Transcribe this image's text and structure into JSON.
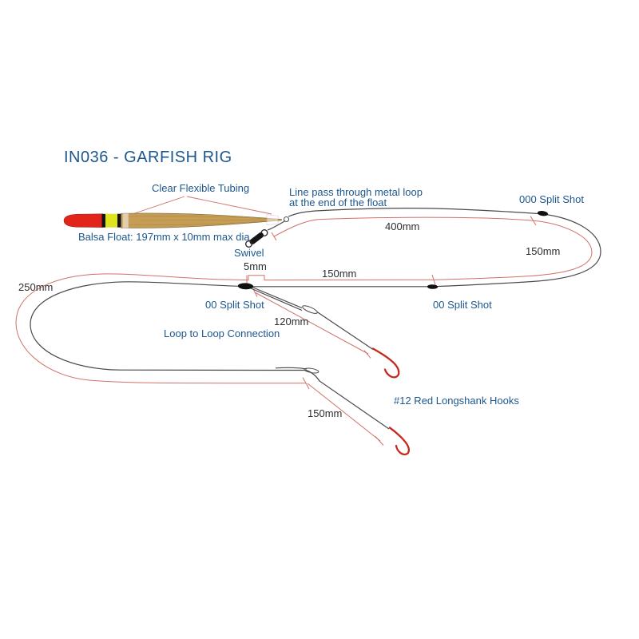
{
  "title": "IN036 - GARFISH RIG",
  "labels": {
    "tubing": "Clear Flexible Tubing",
    "float": "Balsa Float: 197mm x 10mm max dia",
    "line_pass_1": "Line pass through metal loop",
    "line_pass_2": "at the end of the float",
    "swivel": "Swivel",
    "split_shot_000": "000 Split Shot",
    "split_shot_00_left": "00 Split Shot",
    "split_shot_00_right": "00 Split Shot",
    "loop_to_loop": "Loop to Loop Connection",
    "hooks": "#12 Red Longshank Hooks"
  },
  "dimensions": {
    "mainline_to_shot": "400mm",
    "right_loop": "150mm",
    "between_shots": "150mm",
    "shot_gap": "5mm",
    "left_loop": "250mm",
    "snood_top": "120mm",
    "snood_bottom": "150mm"
  },
  "colors": {
    "label_blue": "#1C578E",
    "dimension_text": "#2e2e2e",
    "rig_line": "#4a4a4a",
    "dimension_red": "#D0716A",
    "hook_red": "#C5281C",
    "float_tip_red": "#E2251A",
    "float_band_yellow": "#DFE41E",
    "float_wood": "#C69D55"
  }
}
